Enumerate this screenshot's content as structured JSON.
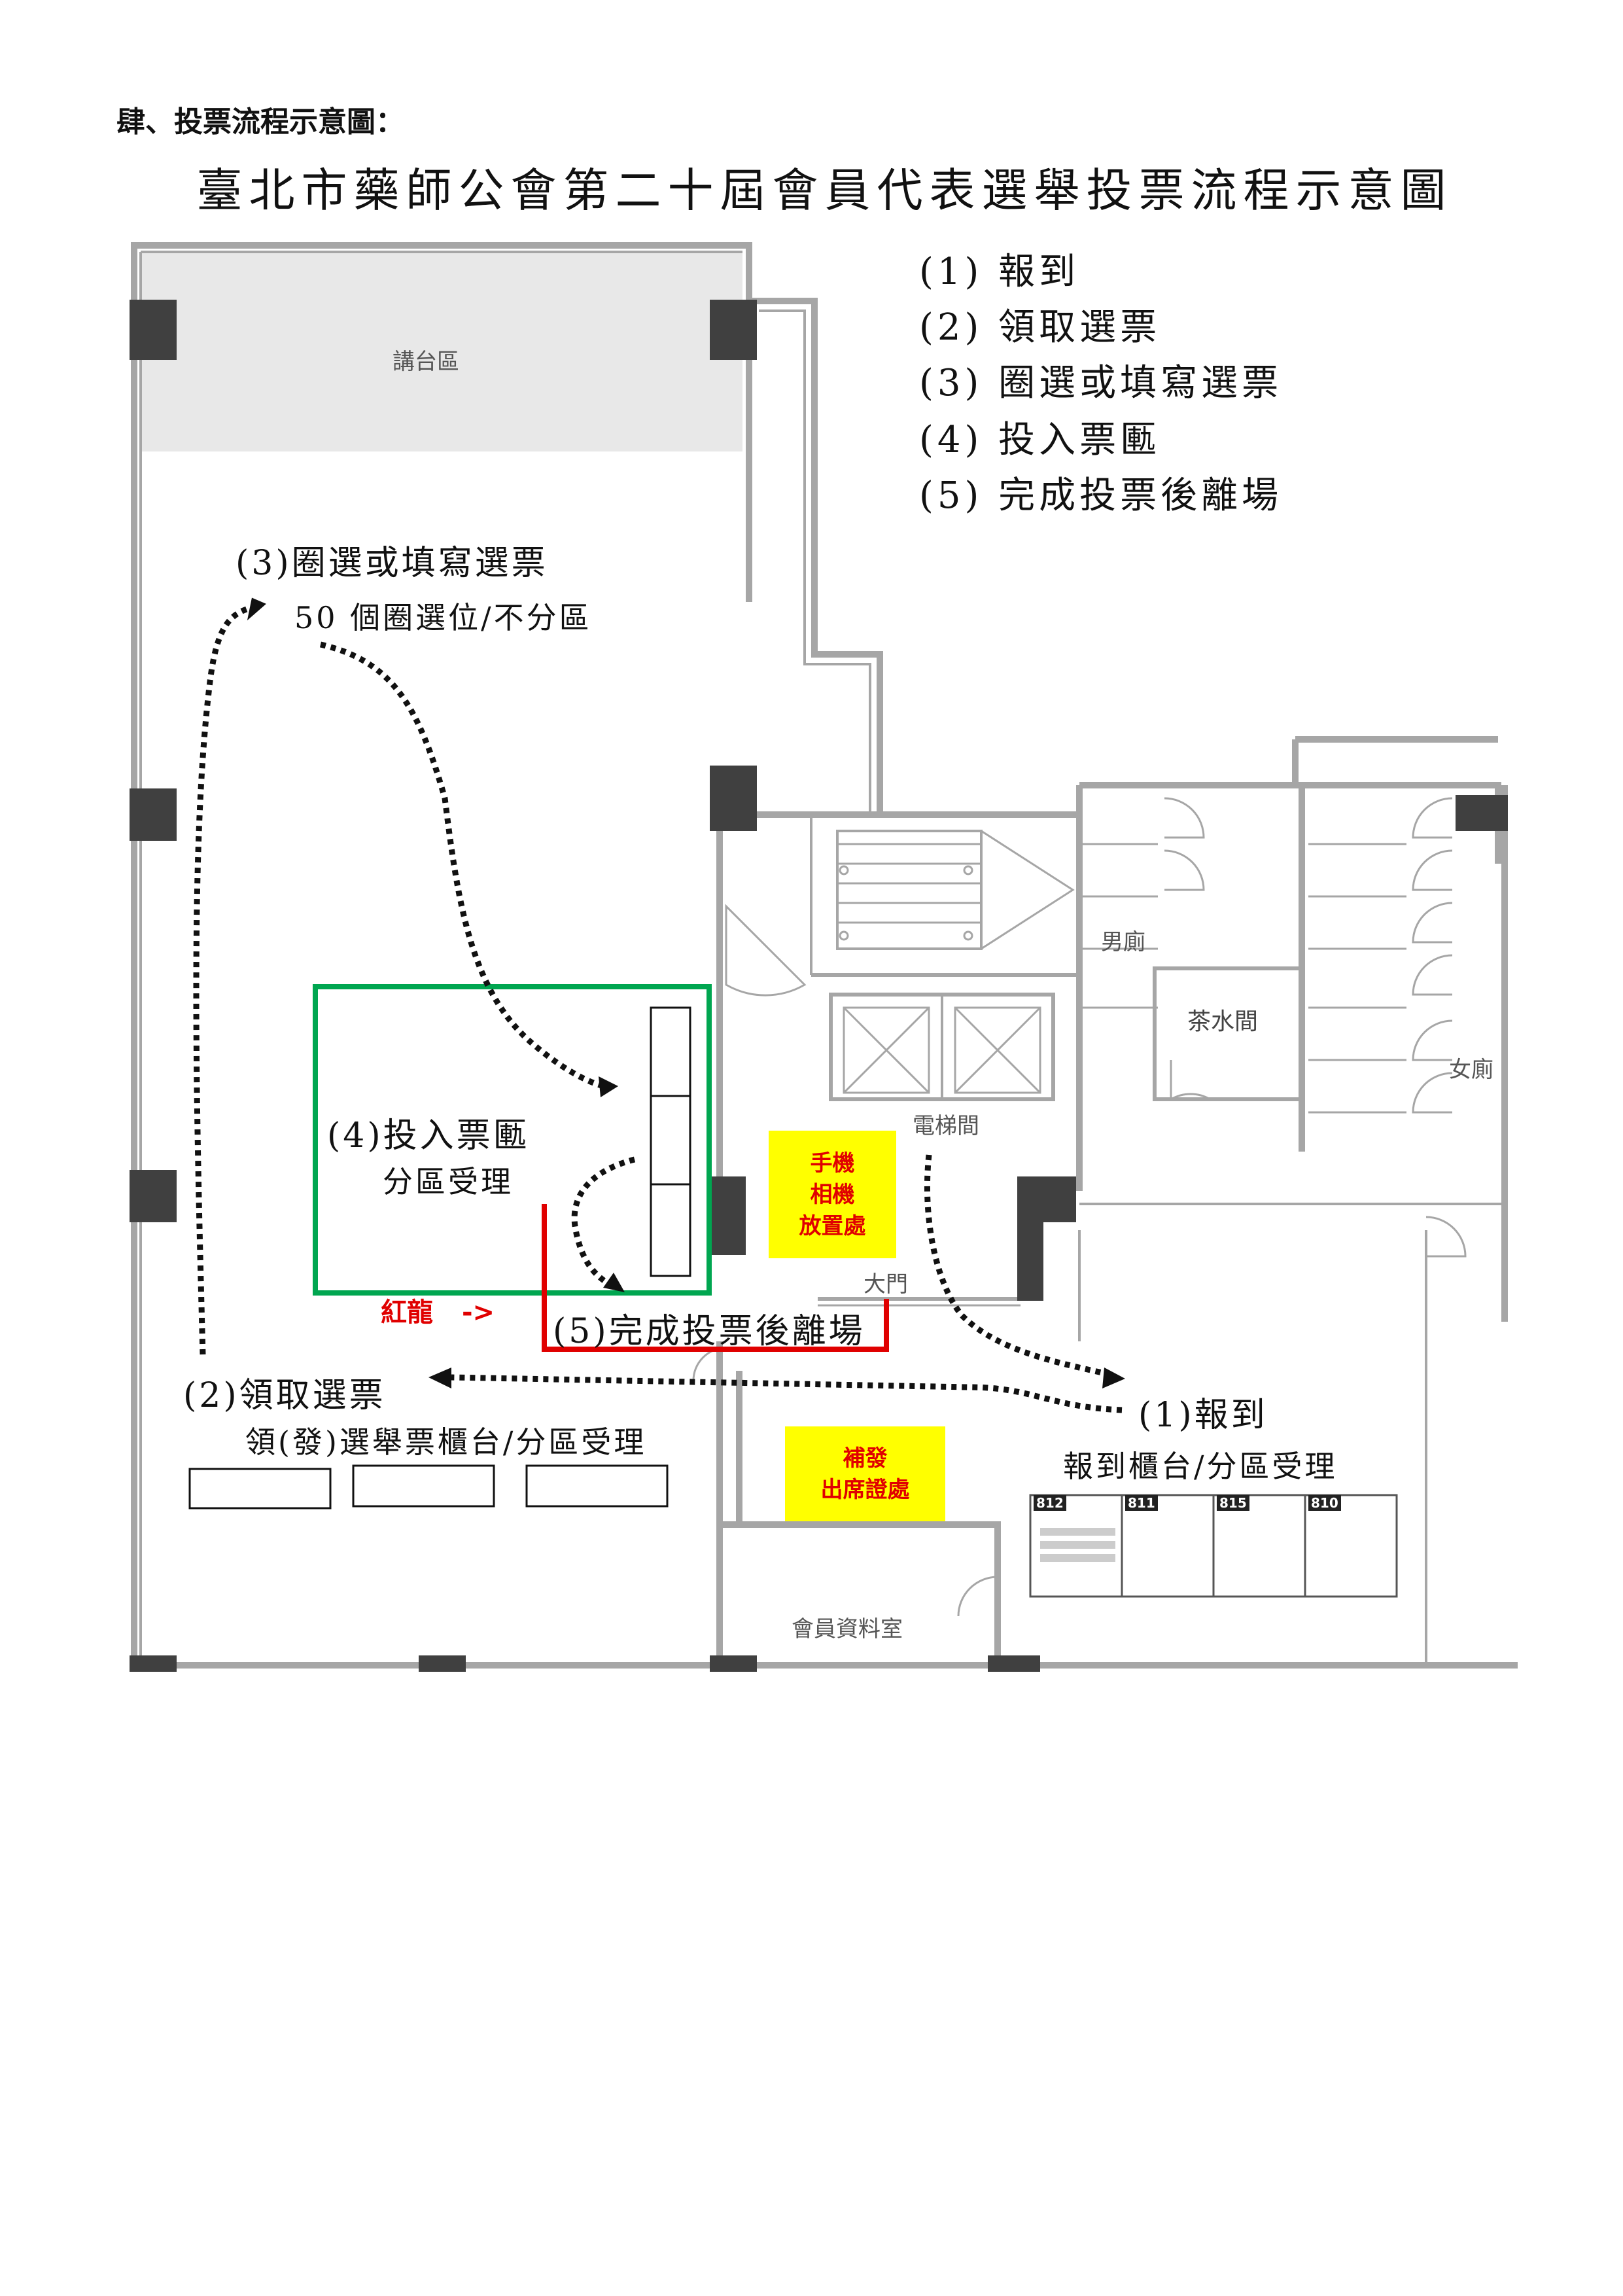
{
  "heading": "肆、投票流程示意圖：",
  "title": "臺北市藥師公會第二十屆會員代表選舉投票流程示意圖",
  "legend": [
    "(1) 報到",
    "(2) 領取選票",
    "(3) 圈選或填寫選票",
    "(4) 投入票匭",
    "(5) 完成投票後離場"
  ],
  "rooms": {
    "stage": "講台區",
    "mens_restroom": "男廁",
    "pantry": "茶水間",
    "womens_restroom": "女廁",
    "elevator": "電梯間",
    "main_door": "大門",
    "records_room": "會員資料室"
  },
  "steps": {
    "mark_title": "(3)圈選或填寫選票",
    "mark_sub": "50 個圈選位/不分區",
    "box_title": "(4)投入票匭",
    "box_sub": "分區受理",
    "leave": "(5)完成投票後離場",
    "receive_title": "(2)領取選票",
    "receive_sub": "領(發)選舉票櫃台/分區受理",
    "checkin_title": "(1)報到",
    "checkin_sub": "報到櫃台/分區受理"
  },
  "notes": {
    "phone_line1": "手機",
    "phone_line2": "相機",
    "phone_line3": "放置處",
    "reissue_line1": "補發",
    "reissue_line2": "出席證處",
    "red_line_label": "紅龍",
    "red_arrow": "->"
  },
  "counters": [
    "812",
    "811",
    "815",
    "810"
  ],
  "colors": {
    "wall": "#a6a6a6",
    "pillar": "#404040",
    "stage_fill": "#e8e8e8",
    "ballot_area": "#00a650",
    "red_barrier": "#e00000",
    "note_bg": "#ffff00",
    "path": "#111111"
  }
}
